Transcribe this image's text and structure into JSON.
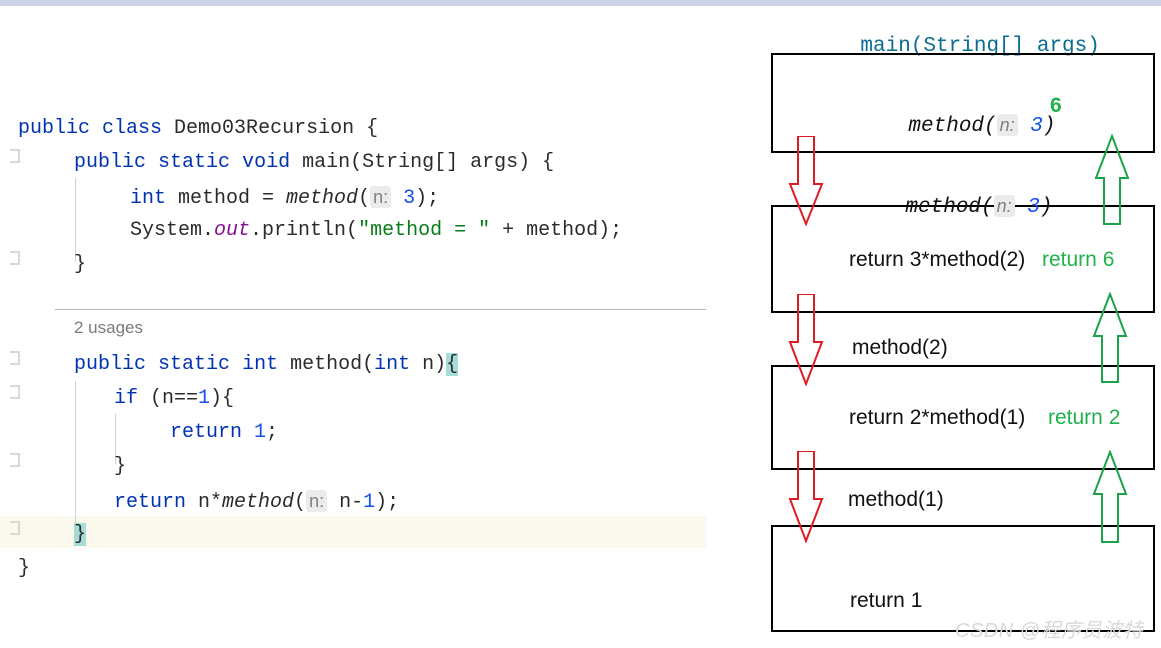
{
  "window": {
    "titlebar_color": "#c9d3e3"
  },
  "editor": {
    "class_name": "Demo03Recursion",
    "usages_label": "2 usages",
    "lines": [
      {
        "id": "line-class-decl",
        "tokens": [
          {
            "t": "public",
            "c": "kw"
          },
          {
            "t": " ",
            "c": "plain"
          },
          {
            "t": "class",
            "c": "kw"
          },
          {
            "t": " Demo03Recursion {",
            "c": "plain"
          }
        ]
      },
      {
        "id": "line-main-sig",
        "tokens": [
          {
            "t": "public",
            "c": "kw"
          },
          {
            "t": " ",
            "c": "plain"
          },
          {
            "t": "static",
            "c": "kw"
          },
          {
            "t": " ",
            "c": "plain"
          },
          {
            "t": "void",
            "c": "kw"
          },
          {
            "t": " ",
            "c": "plain"
          },
          {
            "t": "main",
            "c": "mth-blue"
          },
          {
            "t": "(String[] args) {",
            "c": "plain"
          }
        ]
      },
      {
        "id": "line-int-method",
        "tokens": [
          {
            "t": "int",
            "c": "kw"
          },
          {
            "t": " method = ",
            "c": "plain"
          },
          {
            "t": "method",
            "c": "mth"
          },
          {
            "t": "(",
            "c": "plain"
          },
          {
            "t": "n:",
            "c": "hint"
          },
          {
            "t": " ",
            "c": "plain"
          },
          {
            "t": "3",
            "c": "num"
          },
          {
            "t": ");",
            "c": "plain"
          }
        ]
      },
      {
        "id": "line-println",
        "tokens": [
          {
            "t": "System.",
            "c": "plain"
          },
          {
            "t": "out",
            "c": "fld"
          },
          {
            "t": ".println(",
            "c": "plain"
          },
          {
            "t": "\"method = \"",
            "c": "str"
          },
          {
            "t": " + method);",
            "c": "plain"
          }
        ]
      },
      {
        "id": "line-main-close",
        "tokens": [
          {
            "t": "}",
            "c": "plain"
          }
        ]
      },
      {
        "id": "line-method-sig",
        "tokens": [
          {
            "t": "public",
            "c": "kw"
          },
          {
            "t": " ",
            "c": "plain"
          },
          {
            "t": "static",
            "c": "kw"
          },
          {
            "t": " ",
            "c": "plain"
          },
          {
            "t": "int",
            "c": "kw"
          },
          {
            "t": " ",
            "c": "plain"
          },
          {
            "t": "method",
            "c": "mth-blue"
          },
          {
            "t": "(",
            "c": "plain"
          },
          {
            "t": "int",
            "c": "kw"
          },
          {
            "t": " n)",
            "c": "plain"
          },
          {
            "t": "{",
            "c": "brmatch"
          }
        ]
      },
      {
        "id": "line-if",
        "tokens": [
          {
            "t": "if",
            "c": "kw"
          },
          {
            "t": " (n==",
            "c": "plain"
          },
          {
            "t": "1",
            "c": "num"
          },
          {
            "t": "){",
            "c": "plain"
          }
        ]
      },
      {
        "id": "line-return-1",
        "tokens": [
          {
            "t": "return",
            "c": "kw"
          },
          {
            "t": " ",
            "c": "plain"
          },
          {
            "t": "1",
            "c": "num"
          },
          {
            "t": ";",
            "c": "plain"
          }
        ]
      },
      {
        "id": "line-if-close",
        "tokens": [
          {
            "t": "}",
            "c": "plain"
          }
        ]
      },
      {
        "id": "line-return-recurse",
        "tokens": [
          {
            "t": "return",
            "c": "kw"
          },
          {
            "t": " n*",
            "c": "plain"
          },
          {
            "t": "method",
            "c": "mth"
          },
          {
            "t": "(",
            "c": "plain"
          },
          {
            "t": "n:",
            "c": "hint"
          },
          {
            "t": " n-",
            "c": "plain"
          },
          {
            "t": "1",
            "c": "num"
          },
          {
            "t": ");",
            "c": "plain"
          }
        ]
      },
      {
        "id": "line-method-close",
        "tokens": [
          {
            "t": "}",
            "c": "brmatch"
          }
        ]
      },
      {
        "id": "line-class-close",
        "tokens": [
          {
            "t": "}",
            "c": "plain"
          }
        ]
      }
    ]
  },
  "diagram": {
    "header": "main(String[] args)",
    "frames": [
      {
        "id": "frame-0",
        "body": "method( n: 3)",
        "body_style": "mono-hint",
        "result": "6"
      },
      {
        "id": "frame-1",
        "body": "return 3*method(2)",
        "body_style": "sans",
        "result": "return 6"
      },
      {
        "id": "frame-2",
        "body": "return 2*method(1)",
        "body_style": "sans",
        "result": "return 2"
      },
      {
        "id": "frame-3",
        "body": "return 1",
        "body_style": "sans",
        "result": ""
      }
    ],
    "call_labels": [
      {
        "id": "call-label-0",
        "text": "method( n: 3)",
        "style": "mono-hint"
      },
      {
        "id": "call-label-1",
        "text": "method(2)",
        "style": "sans"
      },
      {
        "id": "call-label-2",
        "text": "method(1)",
        "style": "sans"
      }
    ],
    "hint_text": "n:",
    "hint_value_3": "3",
    "colors": {
      "down_arrow": "#e01b24",
      "up_arrow": "#1aa34a",
      "return_text": "#20b14c",
      "box_border": "#000000"
    }
  },
  "watermark": "CSDN @程序员波特"
}
